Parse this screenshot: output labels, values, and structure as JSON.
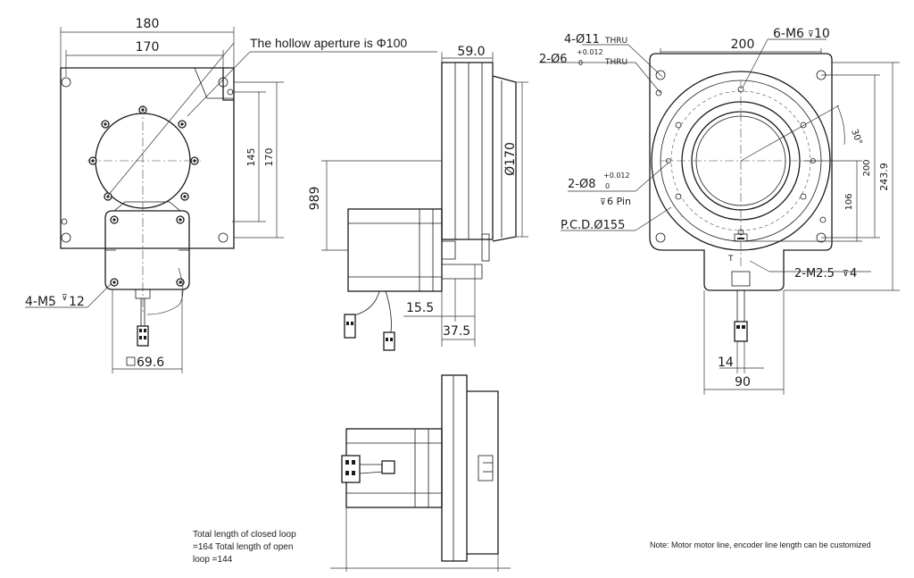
{
  "front_view": {
    "dim_width_outer": "180",
    "dim_width_inner": "170",
    "dim_height_inner": "145",
    "dim_height_outer": "170",
    "label_screws": "4-M5",
    "label_screws_depth": "12",
    "dim_square": "69.6"
  },
  "hollow_note": "The hollow aperture is Φ100",
  "side_view": {
    "dim_thickness": "59.0",
    "dim_diameter": "Ø170",
    "dim_height": "989",
    "dim_15_5": "15.5",
    "dim_37_5": "37.5"
  },
  "rear_view": {
    "label_through_holes": "4-Ø11",
    "label_through_holes_suffix": "THRU",
    "label_pin_holes_top": "2-Ø6",
    "label_pin_holes_top_tol": "+0.012",
    "label_pin_holes_top_zero": "0",
    "label_pin_holes_top_suffix": "THRU",
    "label_tapped": "6-M6",
    "label_tapped_depth": "10",
    "dim_width": "200",
    "label_angle": "30°",
    "label_pin_holes": "2-Ø8",
    "label_pin_holes_tol": "+0.012",
    "label_pin_holes_zero": "0",
    "label_pin_depth": "6 Pin",
    "label_pcd": "P.C.D.Ø155",
    "dim_height_outer": "243.9",
    "dim_height_inner": "200",
    "dim_106": "106",
    "label_t": "T",
    "label_small_tapped": "2-M2.5",
    "label_small_tapped_depth": "4",
    "dim_14": "14",
    "dim_90": "90"
  },
  "bottom_note": {
    "line1": "Total length of closed loop",
    "line2": "=164 Total length of open",
    "line3": "loop =144"
  },
  "note": "Note: Motor motor line, encoder line length can be customized"
}
